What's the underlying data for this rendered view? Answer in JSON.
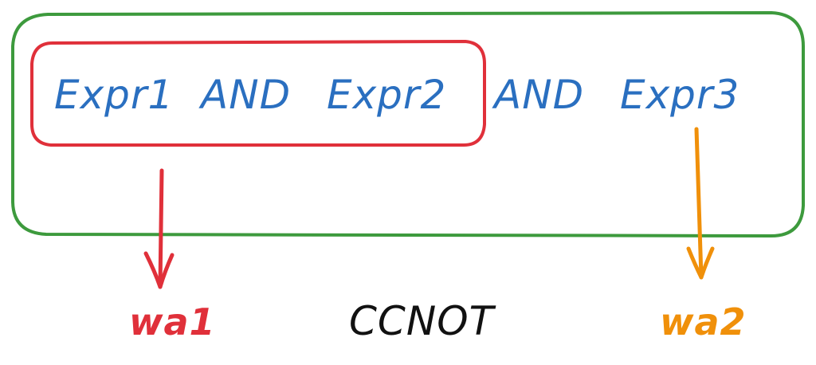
{
  "expression": {
    "expr1": "Expr1",
    "and1": "AND",
    "expr2": "Expr2",
    "and2": "AND",
    "expr3": "Expr3"
  },
  "outputs": {
    "left_label": "wa1",
    "center_label": "CCNOT",
    "right_label": "wa2"
  },
  "colors": {
    "outer_box": "#3d9a3d",
    "inner_box": "#e0303a",
    "expression_text": "#2a6fc0",
    "left_arrow": "#e0303a",
    "right_arrow": "#f0900a",
    "center_label": "#111111"
  }
}
